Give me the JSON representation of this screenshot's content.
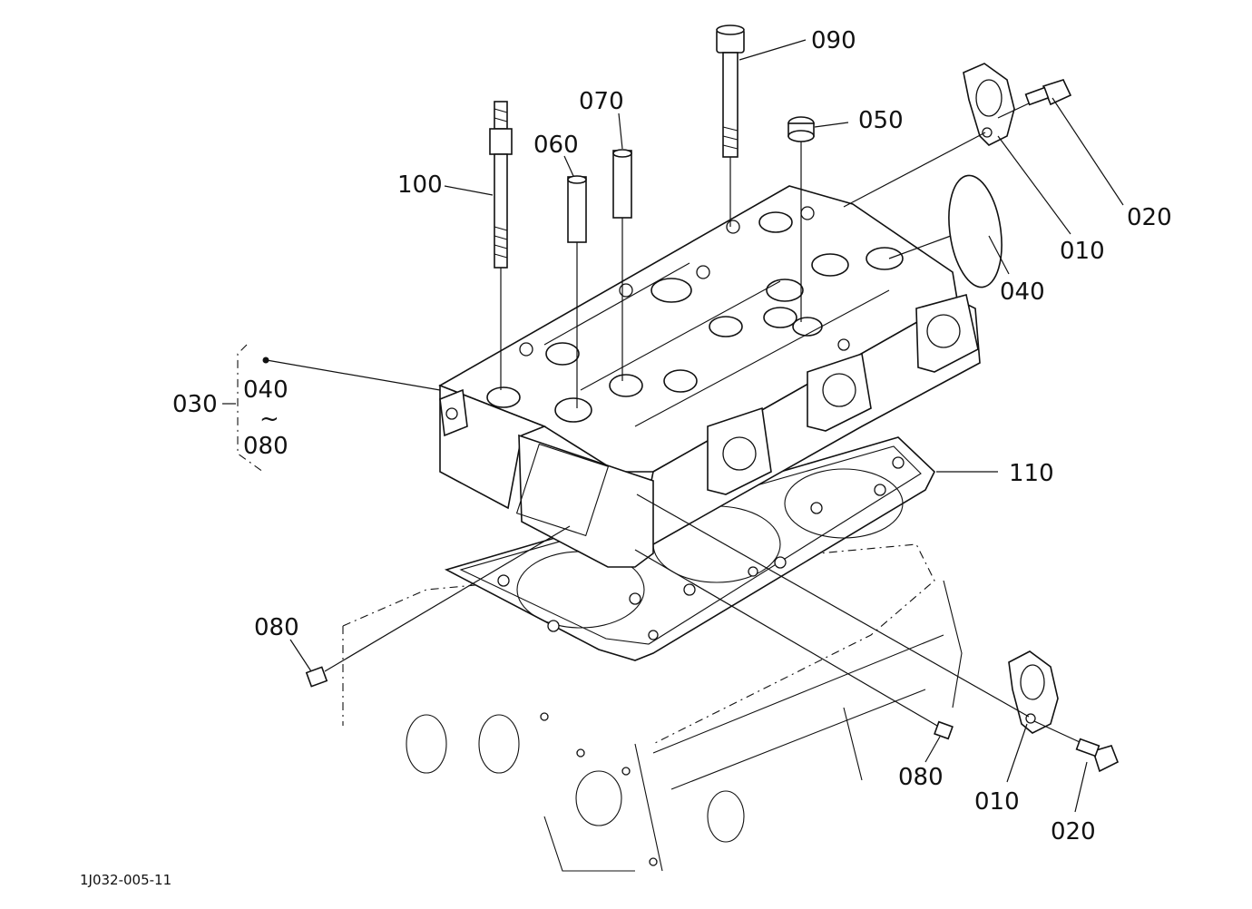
{
  "callouts": {
    "p090": "090",
    "p070": "070",
    "p050": "050",
    "p060": "060",
    "p100": "100",
    "p020_top": "020",
    "p010_top": "010",
    "p040": "040",
    "p030": "030",
    "p030_range_start": "040",
    "p030_range_sep": "~",
    "p030_range_end": "080",
    "p110": "110",
    "p080_left": "080",
    "p080_right": "080",
    "p010_bottom": "010",
    "p020_bottom": "020"
  },
  "drawing_code": "1J032-005-11"
}
